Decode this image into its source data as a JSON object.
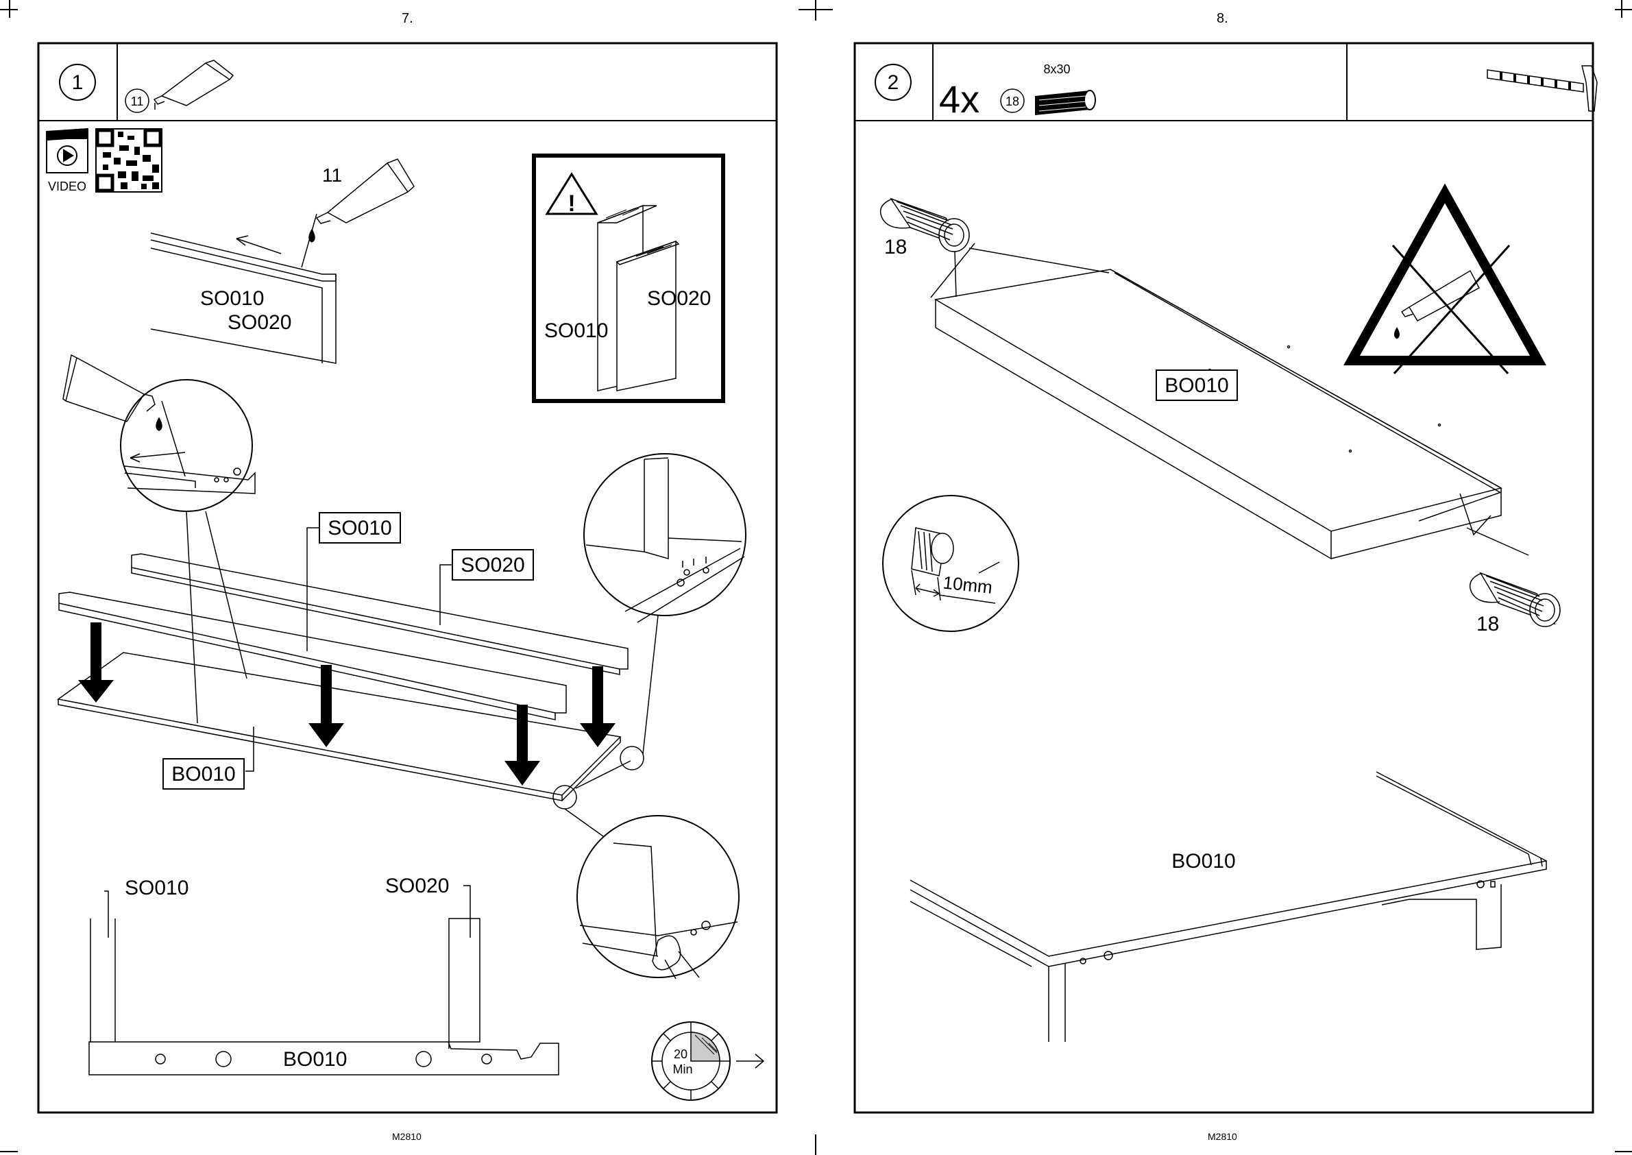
{
  "left_page": {
    "page_number": "7.",
    "footer": "M2810",
    "step_number": "1",
    "glue_ref": "11",
    "video_label": "VIDEO",
    "glue_callout": "11",
    "rail_labels": [
      "SO010",
      "SO020"
    ],
    "warning_labels": [
      "SO010",
      "SO020"
    ],
    "part_so010": "SO010",
    "part_so020": "SO020",
    "part_bo010": "BO010",
    "section_so010": "SO010",
    "section_so020": "SO020",
    "section_bo010": "BO010",
    "timer_value": "20",
    "timer_unit": "Min"
  },
  "right_page": {
    "page_number": "8.",
    "footer": "M2810",
    "step_number": "2",
    "quantity": "4x",
    "dowel_ref": "18",
    "dowel_size": "8x30",
    "dowel_label_top": "18",
    "dowel_label_bottom": "18",
    "board_label": "BO010",
    "depth_label": "10mm",
    "bottom_board_label": "BO010"
  },
  "icons": [
    "glue-tube-icon",
    "video-icon",
    "qr-code-icon",
    "warning-icon",
    "no-glue-icon",
    "hammer-icon",
    "dowel-icon",
    "timer-icon",
    "arrow-right-icon",
    "down-arrow-icon"
  ]
}
